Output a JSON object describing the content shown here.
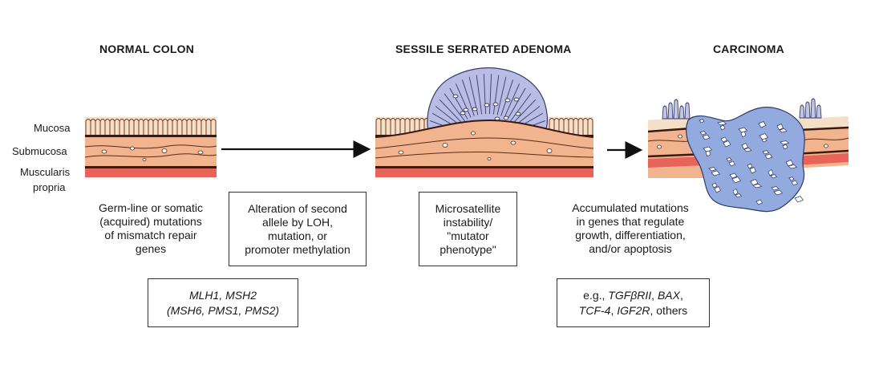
{
  "stages": {
    "normal": "NORMAL COLON",
    "adenoma": "SESSILE SERRATED ADENOMA",
    "carcinoma": "CARCINOMA"
  },
  "layers": {
    "mucosa": "Mucosa",
    "submucosa": "Submucosa",
    "muscularis_line1": "Muscularis",
    "muscularis_line2": "propria"
  },
  "captions": {
    "germline": [
      "Germ-line or somatic",
      "(acquired) mutations",
      "of mismatch repair",
      "genes"
    ],
    "accumulated": [
      "Accumulated mutations",
      "in genes that regulate",
      "growth, differentiation,",
      "and/or apoptosis"
    ]
  },
  "boxes": {
    "alteration": [
      "Alteration of second",
      "allele by LOH,",
      "mutation, or",
      "promoter methylation"
    ],
    "microsatellite": [
      "Microsatellite",
      "instability/",
      "\"mutator",
      "phenotype\""
    ]
  },
  "gene_boxes": {
    "mmr": {
      "line1": "MLH1, MSH2",
      "line2": "(MSH6, PMS1, PMS2)"
    },
    "growth": {
      "eg": "e.g., ",
      "tgf": "TGFβRII",
      "sep1": ", ",
      "bax": "BAX",
      "sep2": ",",
      "tcf": "TCF-4",
      "sep3": ", ",
      "igf": "IGF2R",
      "others": ", others"
    }
  },
  "colors": {
    "mucosa_fill": "#f3e0c6",
    "submucosa": "#f2b48f",
    "muscularis": "#e8645a",
    "dark_line": "#3a1a10",
    "adenoma_fill": "#b9bde6",
    "tumor_fill": "#93aadf"
  }
}
